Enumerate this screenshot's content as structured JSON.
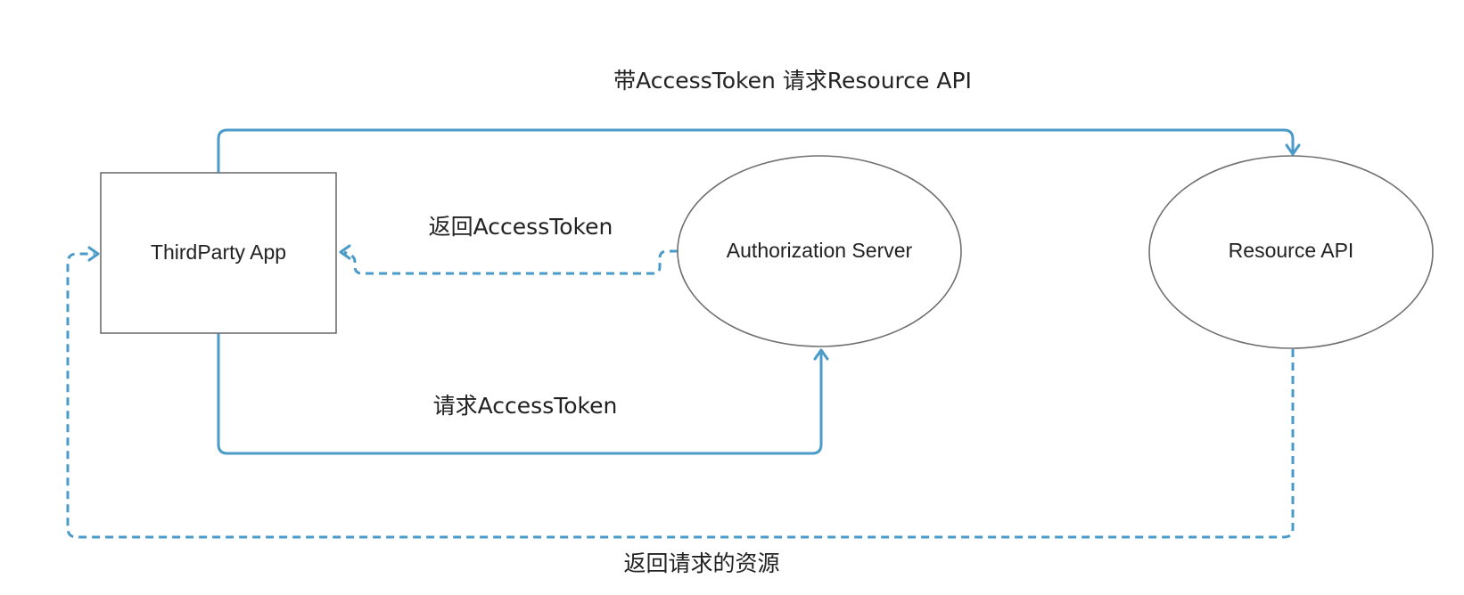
{
  "nodes": {
    "third_party_app": "ThirdParty App",
    "authorization_server": "Authorization Server",
    "resource_api": "Resource API"
  },
  "edges": {
    "request_resource_with_token": "带AccessToken 请求Resource API",
    "return_access_token": "返回AccessToken",
    "request_access_token": "请求AccessToken",
    "return_requested_resource": "返回请求的资源"
  },
  "colors": {
    "edge": "#4a9bc9",
    "node_border": "#6f6f6f",
    "text": "#222222",
    "background": "#ffffff"
  }
}
